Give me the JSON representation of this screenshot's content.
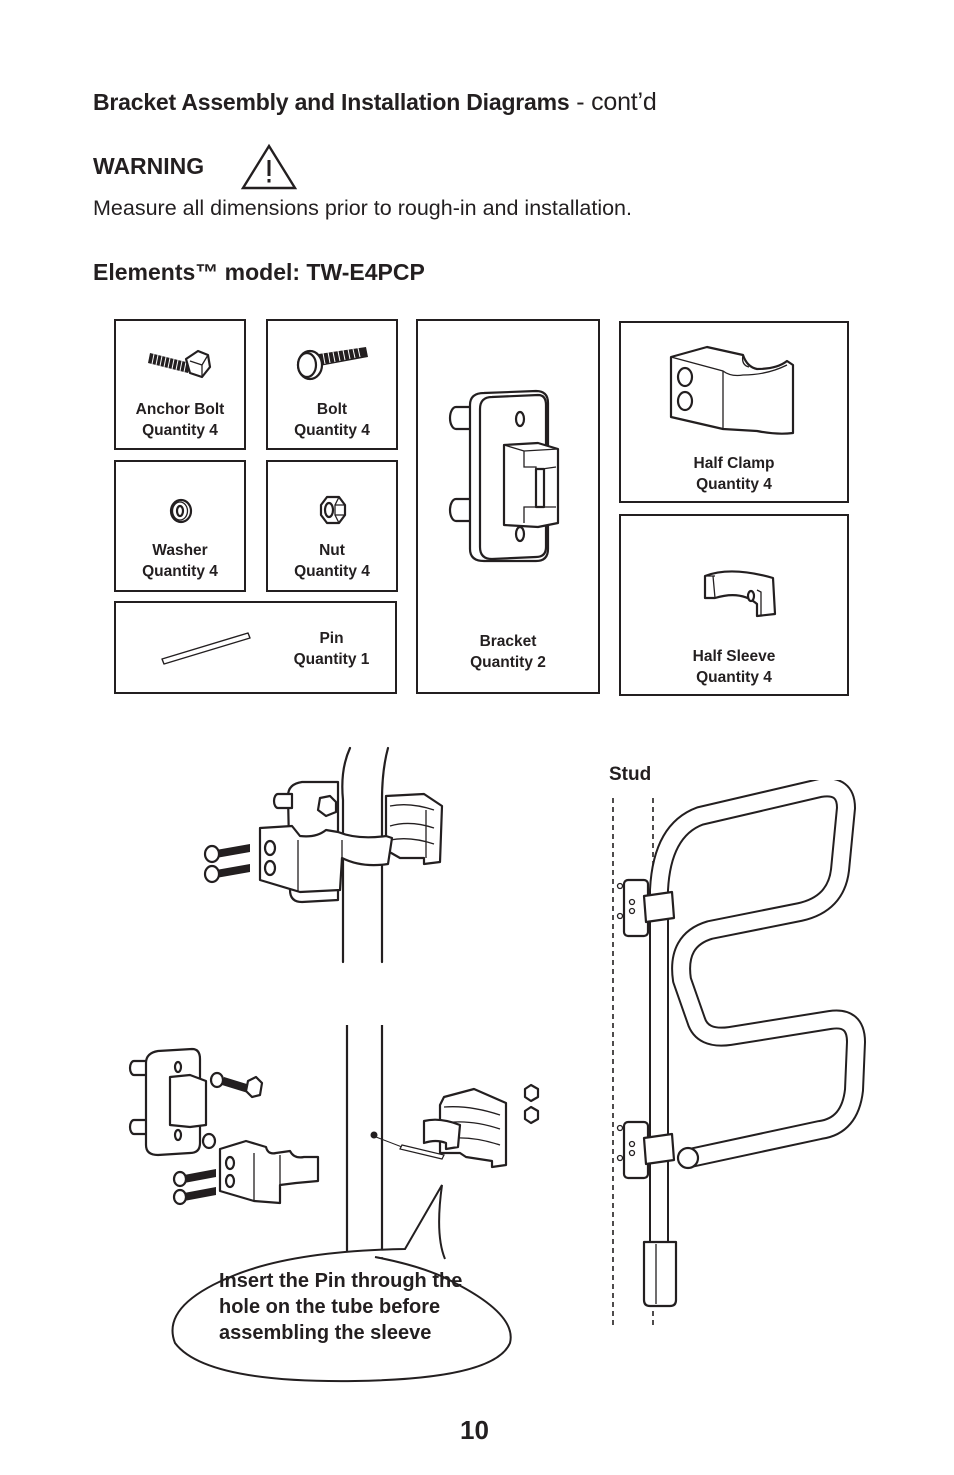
{
  "header": {
    "title": "Bracket Assembly and Installation Diagrams",
    "title_suffix": " - cont’d"
  },
  "warning": {
    "label": "WARNING",
    "icon": "warning-triangle-icon",
    "text": "Measure all dimensions prior to rough-in and installation."
  },
  "model": {
    "heading": "Elements™ model: TW-E4PCP"
  },
  "parts": [
    {
      "name": "Anchor Bolt",
      "quantity": "Quantity 4",
      "icon": "anchor-bolt-icon"
    },
    {
      "name": "Bolt",
      "quantity": "Quantity 4",
      "icon": "bolt-icon"
    },
    {
      "name": "Washer",
      "quantity": "Quantity 4",
      "icon": "washer-icon"
    },
    {
      "name": "Nut",
      "quantity": "Quantity 4",
      "icon": "nut-icon"
    },
    {
      "name": "Pin",
      "quantity": "Quantity 1",
      "icon": "pin-icon"
    },
    {
      "name": "Bracket",
      "quantity": "Quantity 2",
      "icon": "bracket-icon"
    },
    {
      "name": "Half Clamp",
      "quantity": "Quantity 4",
      "icon": "half-clamp-icon"
    },
    {
      "name": "Half Sleeve",
      "quantity": "Quantity 4",
      "icon": "half-sleeve-icon"
    }
  ],
  "diagrams": {
    "stud_label": "Stud",
    "callout": [
      "Insert the Pin through the",
      "hole on the tube before",
      "assembling the sleeve"
    ]
  },
  "footer": {
    "page_number": "10"
  }
}
